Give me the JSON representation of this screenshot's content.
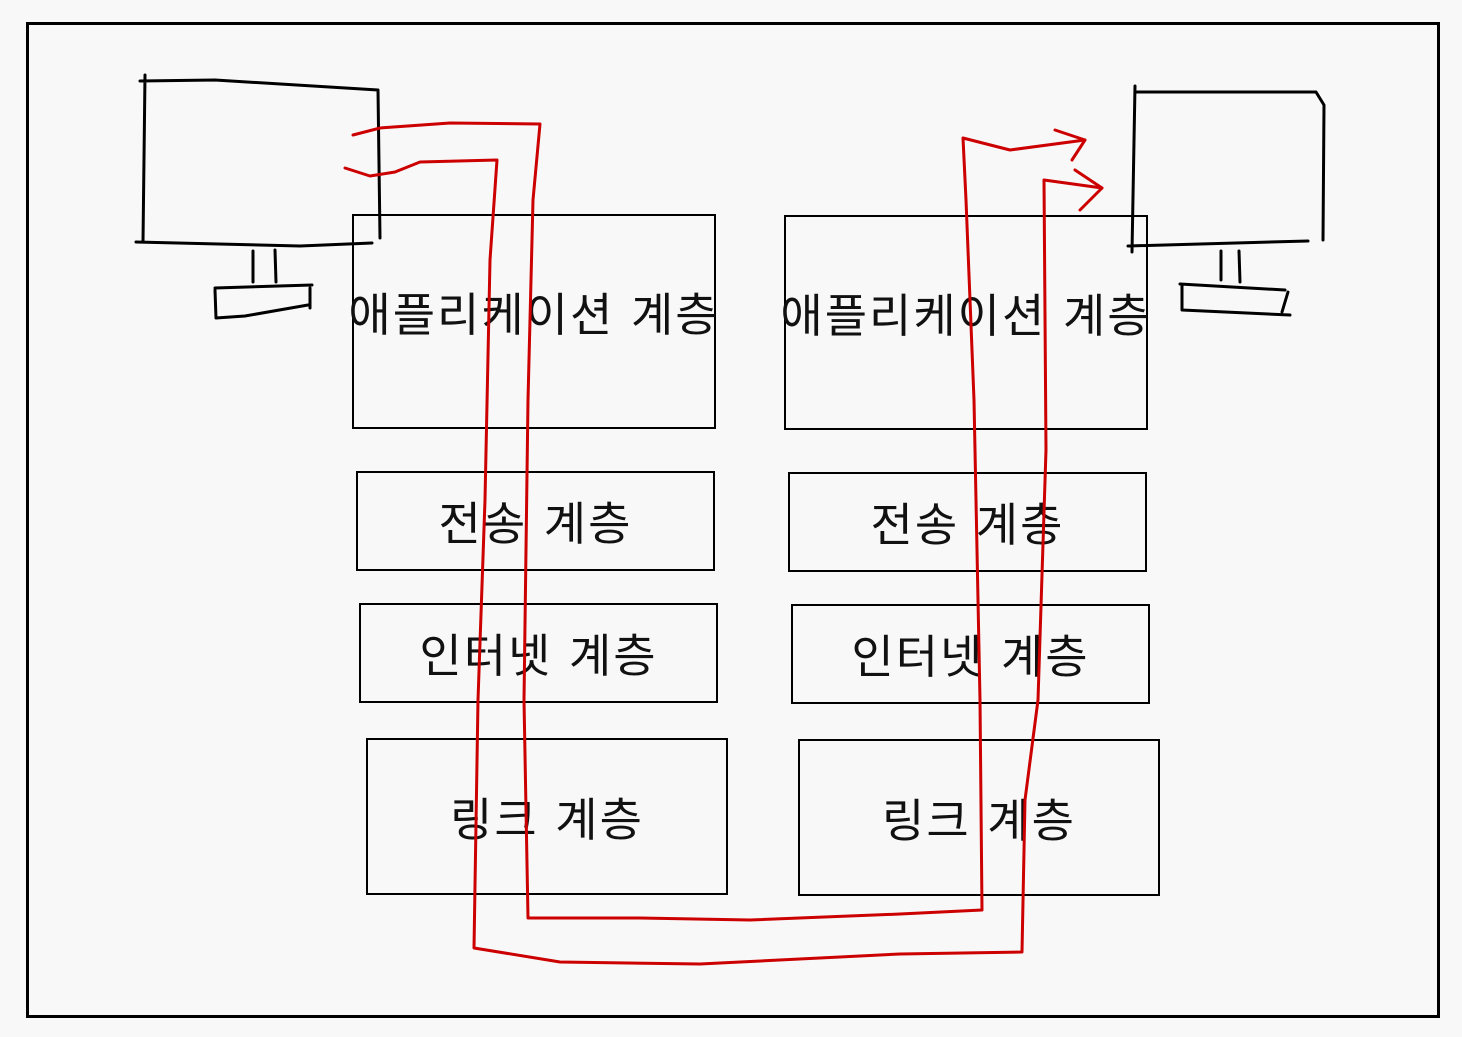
{
  "colors": {
    "background": "#f8f8f8",
    "stroke": "#000000",
    "data_path": "#cc0000"
  },
  "left_host": {
    "icon": "monitor-icon",
    "layers": {
      "application": "애플리케이션 계층",
      "transport": "전송 계층",
      "internet": "인터넷 계층",
      "link": "링크 계층"
    }
  },
  "right_host": {
    "icon": "monitor-icon",
    "layers": {
      "application": "애플리케이션 계층",
      "transport": "전송 계층",
      "internet": "인터넷 계층",
      "link": "링크 계층"
    }
  }
}
